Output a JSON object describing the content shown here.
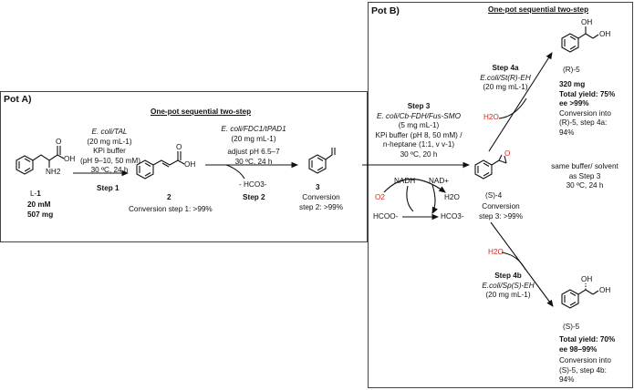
{
  "pot_a": {
    "title": "Pot A)",
    "subtitle": "One-pot sequential two-step",
    "compound1": {
      "label_prefix": "L-",
      "label_num": "1",
      "amount1": "20 mM",
      "amount2": "507 mg",
      "nh2": "NH2",
      "oh": "OH",
      "o": "O"
    },
    "step1": {
      "enzyme": "E. coli/TAL",
      "loading": "(20 mg mL-1)",
      "buffer": "KPi buffer",
      "conditions1": "(pH 9–10, 50 mM)",
      "conditions2": "30 ºC, 24 h",
      "label": "Step 1"
    },
    "compound2": {
      "num": "2",
      "conversion": "Conversion step 1: >99%",
      "oh": "OH",
      "o": "O"
    },
    "step2": {
      "enzyme": "E. coli/FDC1/tPAD1",
      "loading": "(20 mg mL-1)",
      "conditions1": "adjust pH 6.5–7",
      "conditions2": "30 ºC, 24 h",
      "byproduct": "- HCO3-",
      "label": "Step 2"
    },
    "compound3": {
      "num": "3",
      "conversion1": "Conversion",
      "conversion2": "step 2: >99%"
    }
  },
  "pot_b": {
    "title": "Pot B)",
    "subtitle": "One-pot sequential two-step",
    "step3": {
      "label": "Step 3",
      "enzyme": "E. coli/Cb-FDH/Fus-SMO",
      "loading": "(5 mg mL-1)",
      "buffer1": "KPi buffer (pH 8, 50 mM) /",
      "buffer2": "n-heptane (1:1, v v-1)",
      "conditions": "30 ºC, 20 h"
    },
    "cofactor": {
      "o2": "O2",
      "nadh": "NADH",
      "nad": "NAD+",
      "h2o": "H2O",
      "formate": "HCOO-",
      "bicarbonate": "HCO3-"
    },
    "compound4": {
      "label": "(S)-4",
      "o": "O",
      "conversion1": "Conversion",
      "conversion2": "step 3: >99%"
    },
    "same_buffer": {
      "line1": "same buffer/ solvent",
      "line2": "as Step 3",
      "line3": "30 ºC, 24 h"
    },
    "step4a": {
      "label": "Step 4a",
      "enzyme": "E.coli/St(R)-EH",
      "loading": "(20 mg mL-1)",
      "water": "H2O"
    },
    "product_r": {
      "label": "(R)-5",
      "mass": "320 mg",
      "yield": "Total yield: 75%",
      "ee": "ee >99%",
      "conv1": "Conversion into",
      "conv2": "(R)-5, step 4a:",
      "conv3": "94%",
      "oh1": "OH",
      "oh2": "OH"
    },
    "step4b": {
      "label": "Step 4b",
      "enzyme": "E.coli/Sp(S)-EH",
      "loading": "(20 mg mL-1)",
      "water": "H2O"
    },
    "product_s": {
      "label": "(S)-5",
      "yield": "Total yield: 70%",
      "ee": "ee 98–99%",
      "conv1": "Conversion into",
      "conv2": "(S)-5, step 4b:",
      "conv3": "94%",
      "oh1": "OH",
      "oh2": "OH"
    }
  }
}
